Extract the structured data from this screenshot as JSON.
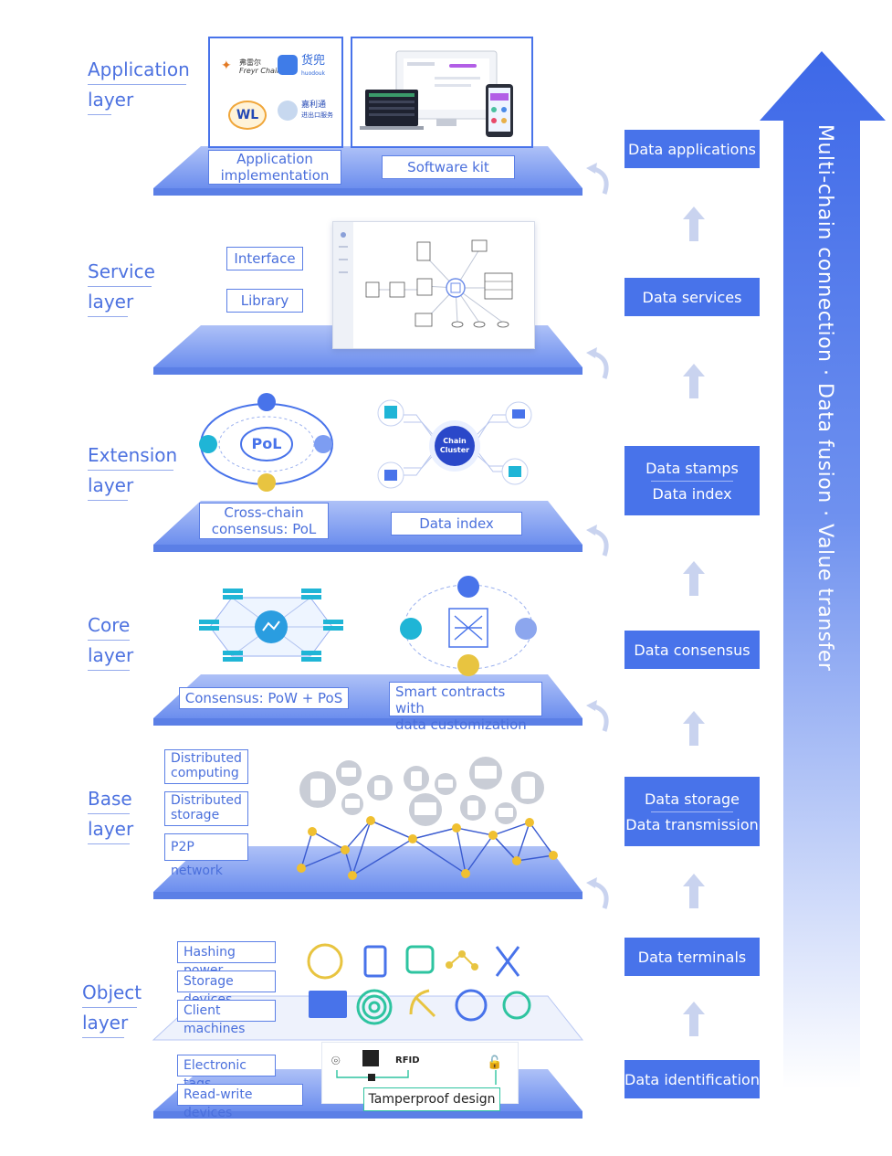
{
  "layers": {
    "application": {
      "word1": "Application",
      "word2": "layer"
    },
    "service": {
      "word1": "Service",
      "word2": "layer"
    },
    "extension": {
      "word1": "Extension",
      "word2": "layer"
    },
    "core": {
      "word1": "Core",
      "word2": "layer"
    },
    "base": {
      "word1": "Base",
      "word2": "layer"
    },
    "object": {
      "word1": "Object",
      "word2": "layer"
    }
  },
  "application": {
    "impl_label": "Application\nimplementation",
    "kit_label": "Software kit",
    "logos": [
      "弗雷尔",
      "Freyr Chain",
      "货兜",
      "huodouk",
      "WL",
      "嘉利通",
      "进出口服务"
    ]
  },
  "service": {
    "interface_label": "Interface",
    "library_label": "Library"
  },
  "extension": {
    "pol_center": "PoL",
    "cluster_label": "Chain Cluster",
    "crosschain_label": "Cross-chain\nconsensus: PoL",
    "index_label": "Data index"
  },
  "core": {
    "consensus_label": "Consensus: PoW + PoS",
    "contracts_label": "Smart contracts with\ndata customization"
  },
  "base": {
    "items": [
      "Distributed\ncomputing",
      "Distributed\nstorage",
      "P2P network"
    ]
  },
  "object": {
    "items_top": [
      "Hashing power",
      "Storage devices",
      "Client machines"
    ],
    "items_bottom": [
      "Electronic tags",
      "Read-write devices"
    ],
    "rfid_label": "RFID",
    "tamper_label": "Tamperproof design"
  },
  "right_column": {
    "data_applications": "Data applications",
    "data_services": "Data services",
    "data_stamps": "Data stamps",
    "data_index": "Data index",
    "data_consensus": "Data consensus",
    "data_storage": "Data storage",
    "data_transmission": "Data transmission",
    "data_terminals": "Data terminals",
    "data_identification": "Data identification"
  },
  "big_arrow_text": "Multi-chain connection · Data fusion · Value transfer",
  "colors": {
    "primary": "#4873ea",
    "platform": "#7d9df2",
    "cyan": "#1fb5d6",
    "gold": "#e8c440",
    "green": "#2ec4a0"
  }
}
